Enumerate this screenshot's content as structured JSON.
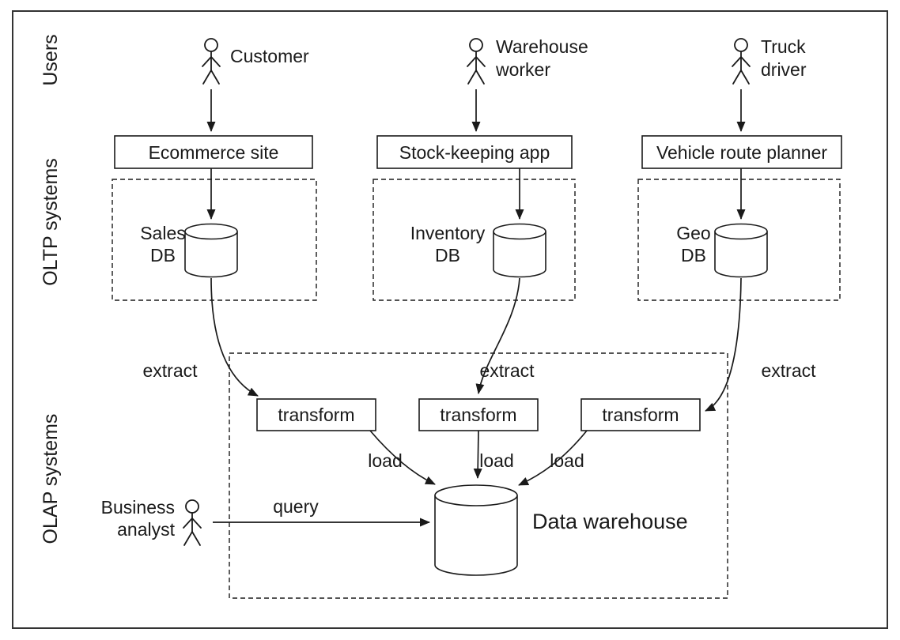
{
  "colors": {
    "line": "#1a1a1a",
    "background": "#ffffff"
  },
  "rows": {
    "users_label": "Users",
    "oltp_label": "OLTP systems",
    "olap_label": "OLAP systems"
  },
  "actors": {
    "customer": {
      "label": "Customer"
    },
    "warehouse_worker": {
      "line1": "Warehouse",
      "line2": "worker"
    },
    "truck_driver": {
      "line1": "Truck",
      "line2": "driver"
    },
    "business_analyst": {
      "line1": "Business",
      "line2": "analyst"
    }
  },
  "apps": {
    "ecommerce": "Ecommerce site",
    "stock_keeping": "Stock-keeping app",
    "vehicle_route_planner": "Vehicle route planner"
  },
  "databases": {
    "sales": {
      "line1": "Sales",
      "line2": "DB"
    },
    "inventory": {
      "line1": "Inventory",
      "line2": "DB"
    },
    "geo": {
      "line1": "Geo",
      "line2": "DB"
    }
  },
  "etl": {
    "transform": "transform",
    "extract": "extract",
    "load": "load",
    "query": "query"
  },
  "warehouse": {
    "label": "Data warehouse"
  }
}
